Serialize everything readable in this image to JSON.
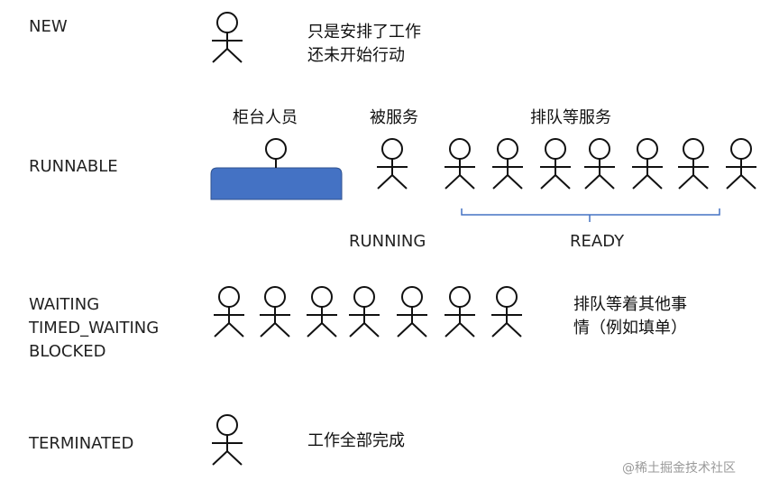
{
  "states": {
    "new": "NEW",
    "runnable": "RUNNABLE",
    "waiting": [
      "WAITING",
      "TIMED_WAITING",
      "BLOCKED"
    ],
    "terminated": "TERMINATED"
  },
  "notes": {
    "new": [
      "只是安排了工作",
      "还未开始行动"
    ],
    "counter_staff": "柜台人员",
    "being_served": "被服务",
    "queue_for_service": "排队等服务",
    "running": "RUNNING",
    "ready": "READY",
    "waiting": [
      "排队等着其他事",
      "情（例如填单）"
    ],
    "terminated": "工作全部完成"
  },
  "counter_color": "#4472C4",
  "brace_color": "#4472C4",
  "watermark": "@稀土掘金技术社区"
}
